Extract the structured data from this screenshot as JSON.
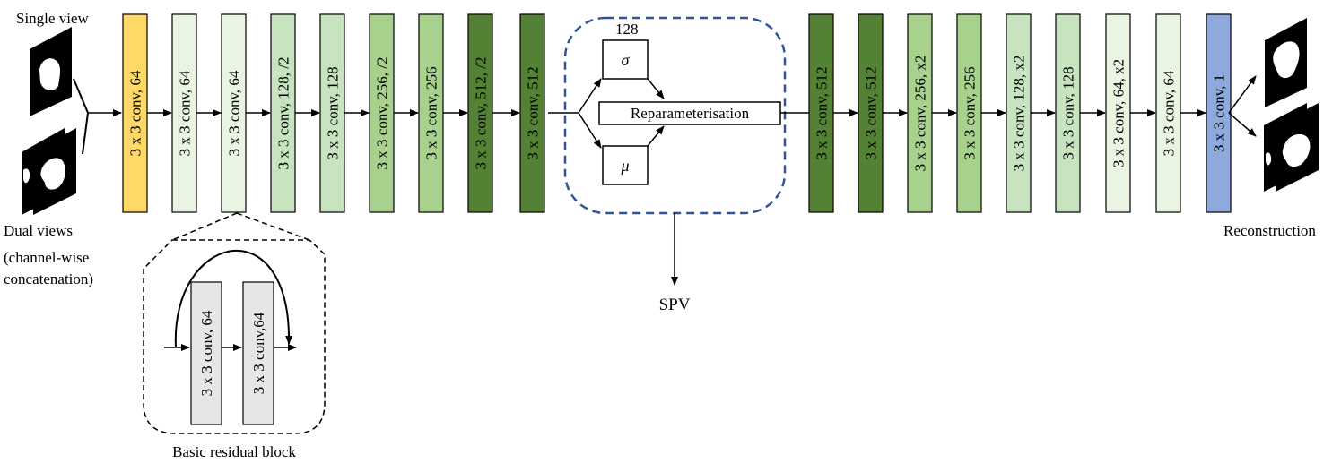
{
  "inputs": {
    "single_view": "Single view",
    "dual_views": [
      "Dual views",
      "(channel-wise",
      "concatenation)"
    ]
  },
  "encoder": [
    {
      "label": "3 x 3 conv, 64",
      "color": "#FFD966"
    },
    {
      "label": "3 x 3 conv, 64",
      "color": "#E9F4E3"
    },
    {
      "label": "3 x 3 conv, 64",
      "color": "#E9F4E3"
    },
    {
      "label": "3 x 3 conv, 128, /2",
      "color": "#C8E3C0"
    },
    {
      "label": "3 x 3 conv, 128",
      "color": "#C8E3C0"
    },
    {
      "label": "3 x 3 conv, 256, /2",
      "color": "#A9D18E"
    },
    {
      "label": "3 x 3 conv, 256",
      "color": "#A9D18E"
    },
    {
      "label": "3 x 3 conv, 512, /2",
      "color": "#548235"
    },
    {
      "label": "3 x 3 conv, 512",
      "color": "#548235"
    }
  ],
  "latent": {
    "size_label": "128",
    "sigma": "σ",
    "mu": "μ",
    "reparam": "Reparameterisation",
    "output": "SPV",
    "border_color": "#2F5597"
  },
  "decoder": [
    {
      "label": "3 x 3 conv, 512",
      "color": "#548235"
    },
    {
      "label": "3 x 3 conv, 512",
      "color": "#548235"
    },
    {
      "label": "3 x 3 conv, 256, x2",
      "color": "#A9D18E"
    },
    {
      "label": "3 x 3 conv, 256",
      "color": "#A9D18E"
    },
    {
      "label": "3 x 3 conv, 128, x2",
      "color": "#C8E3C0"
    },
    {
      "label": "3 x 3 conv, 128",
      "color": "#C8E3C0"
    },
    {
      "label": "3 x 3 conv, 64, x2",
      "color": "#E9F4E3"
    },
    {
      "label": "3 x 3 conv, 64",
      "color": "#E9F4E3"
    },
    {
      "label": "3 x 3 conv, 1",
      "color": "#8EA9DB"
    }
  ],
  "output_label": "Reconstruction",
  "residual_block": {
    "title": "Basic residual block",
    "conv1": "3 x 3 conv, 64",
    "conv2": "3 x 3 conv,64",
    "color": "#E7E6E6"
  }
}
